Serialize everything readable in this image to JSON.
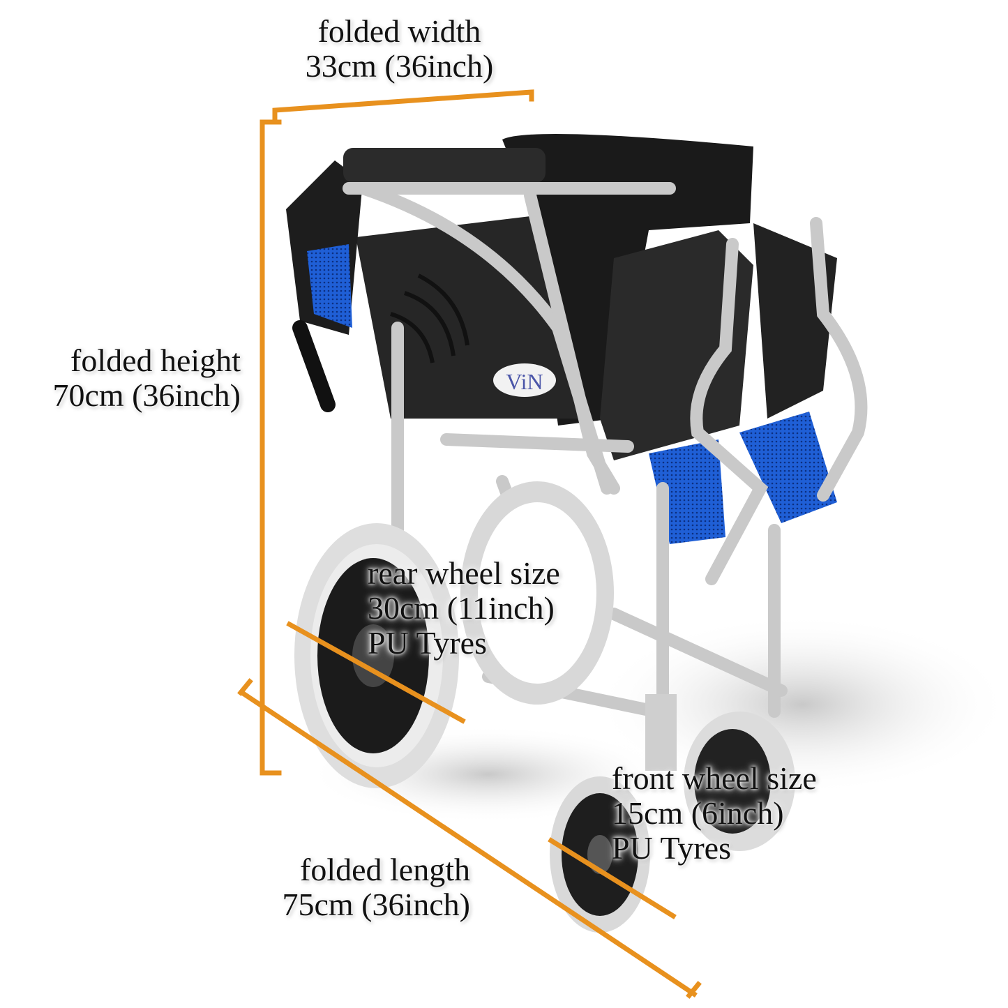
{
  "brand_logo": "ViN",
  "accent_color": "#E8911E",
  "labels": {
    "folded_width": {
      "title": "folded width",
      "value": "33cm (36inch)"
    },
    "folded_height": {
      "title": "folded height",
      "value": "70cm (36inch)"
    },
    "folded_length": {
      "title": "folded length",
      "value": "75cm (36inch)"
    },
    "rear_wheel": {
      "title": "rear wheel size",
      "value": "30cm (11inch)",
      "type": "PU Tyres"
    },
    "front_wheel": {
      "title": "front wheel size",
      "value": "15cm (6inch)",
      "type": "PU Tyres"
    }
  }
}
